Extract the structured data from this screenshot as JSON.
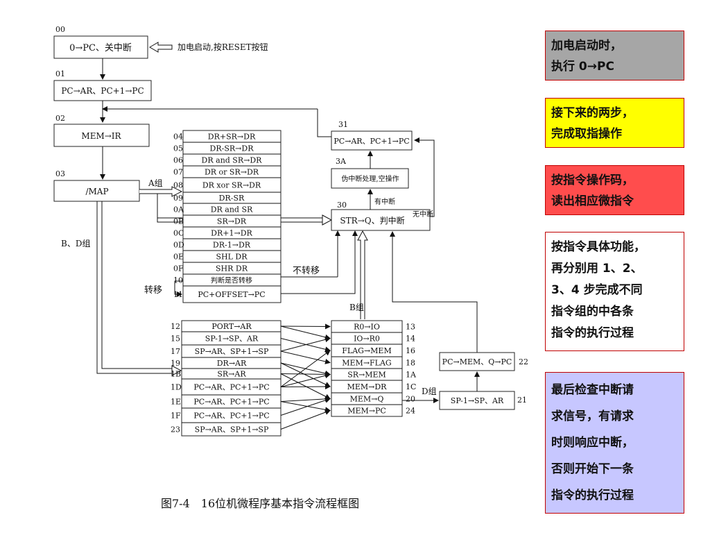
{
  "flow": {
    "n00": {
      "code": "00",
      "label": "0→PC、关中断"
    },
    "power_note": "加电启动,按RESET按钮",
    "n01": {
      "code": "01",
      "label": "PC→AR、PC+1→PC"
    },
    "n02": {
      "code": "02",
      "label": "MEM→IR"
    },
    "n03": {
      "code": "03",
      "label": "/MAP"
    },
    "group_a": "A组",
    "group_bd": "B、D组",
    "group_b": "B组",
    "group_d": "D组",
    "n31": {
      "code": "31",
      "label": "PC→AR、PC+1→PC"
    },
    "n3a": {
      "code": "3A",
      "label": "伪中断处理,空操作"
    },
    "n30": {
      "code": "30",
      "label": "STR→Q、判中断"
    },
    "has_interrupt": "有中断",
    "no_interrupt": "无中断",
    "no_branch": "不转移",
    "branch": "转移",
    "n22": {
      "code": "22",
      "label": "PC→MEM、Q→PC"
    },
    "n21": {
      "code": "21",
      "label": "SP-1→SP、AR"
    }
  },
  "a_group": [
    {
      "code": "04",
      "label": "DR+SR→DR"
    },
    {
      "code": "05",
      "label": "DR-SR→DR"
    },
    {
      "code": "06",
      "label": "DR and SR→DR"
    },
    {
      "code": "07",
      "label": "DR or SR→DR"
    },
    {
      "code": "08",
      "label": "DR xor SR→DR"
    },
    {
      "code": "09",
      "label": "DR-SR"
    },
    {
      "code": "0A",
      "label": "DR and SR"
    },
    {
      "code": "0B",
      "label": "SR→DR"
    },
    {
      "code": "0C",
      "label": "DR+1→DR"
    },
    {
      "code": "0D",
      "label": "DR-1→DR"
    },
    {
      "code": "0E",
      "label": "SHL DR"
    },
    {
      "code": "0F",
      "label": "SHR DR"
    },
    {
      "code": "10",
      "label": "判断是否转移"
    },
    {
      "code": "11",
      "label": "PC+OFFSET→PC"
    }
  ],
  "bd_left": [
    {
      "code": "12",
      "label": "PORT→AR"
    },
    {
      "code": "15",
      "label": "SP-1→SP、AR"
    },
    {
      "code": "17",
      "label": "SP→AR、SP+1→SP"
    },
    {
      "code": "19",
      "label": "DR→AR"
    },
    {
      "code": "1B",
      "label": "SR→AR"
    },
    {
      "code": "1D",
      "label": "PC→AR、PC+1→PC"
    },
    {
      "code": "1E",
      "label": "PC→AR、PC+1→PC"
    },
    {
      "code": "1F",
      "label": "PC→AR、PC+1→PC"
    },
    {
      "code": "23",
      "label": "SP→AR、SP+1→SP"
    }
  ],
  "bd_right": [
    {
      "code": "13",
      "label": "R0→IO"
    },
    {
      "code": "14",
      "label": "IO→R0"
    },
    {
      "code": "16",
      "label": "FLAG→MEM"
    },
    {
      "code": "18",
      "label": "MEM→FLAG"
    },
    {
      "code": "1A",
      "label": "SR→MEM"
    },
    {
      "code": "1C",
      "label": "MEM→DR"
    },
    {
      "code": "20",
      "label": "MEM→Q"
    },
    {
      "code": "24",
      "label": "MEM→PC"
    }
  ],
  "caption": "图7-4　16位机微程序基本指令流程框图",
  "notes": [
    "加电启动时，\n执行 0→PC",
    "接下来的两步，\n完成取指操作",
    "按指令操作码，\n读出相应微指令",
    "按指令具体功能，\n再分别用 1、2、\n3、4 步完成不同\n指令组的中各条\n指令的执行过程",
    "最后检查中断请\n求信号，有请求\n时则响应中断，\n否则开始下一条\n指令的执行过程"
  ]
}
